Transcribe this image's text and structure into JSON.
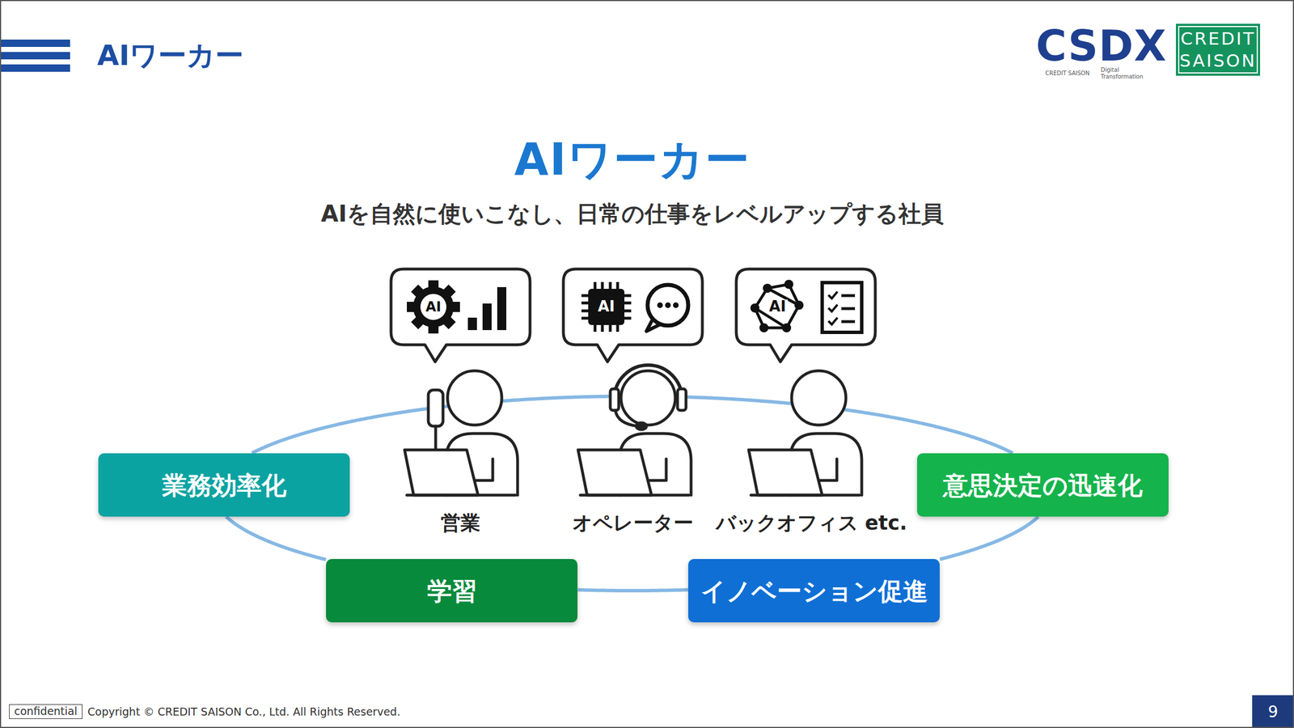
{
  "diagram": {
    "title": "AIワーカー",
    "nodes": [
      {
        "text": [
          "CREDIT SAISON"
        ]
      },
      {
        "text": [
          "業務効率化"
        ]
      },
      {
        "text": [
          "意思決定の迅速化"
        ]
      },
      {
        "text": [
          "学習"
        ]
      },
      {
        "text": [
          "イノベーション促進"
        ]
      },
      {
        "text": [
          "confidential"
        ]
      },
      {
        "text": [
          "9"
        ]
      }
    ],
    "edges": [
      {
        "from": 1,
        "to": 3,
        "arrow": "none"
      },
      {
        "from": 3,
        "to": 4,
        "arrow": "none"
      },
      {
        "from": 4,
        "to": 2,
        "arrow": "none"
      },
      {
        "from": 2,
        "to": 1,
        "arrow": "none"
      }
    ],
    "labels": [
      "AIワーカー",
      "AIを自然に使いこなし、日常の仕事をレベルアップする社員",
      "CSDX",
      "CREDIT SAISON",
      "Digital Transformation",
      "AI",
      "AI",
      "AI",
      "営業",
      "オペレーター",
      "バックオフィス etc.",
      "Copyright © CREDIT SAISON Co., Ltd. All Rights Reserved."
    ]
  }
}
